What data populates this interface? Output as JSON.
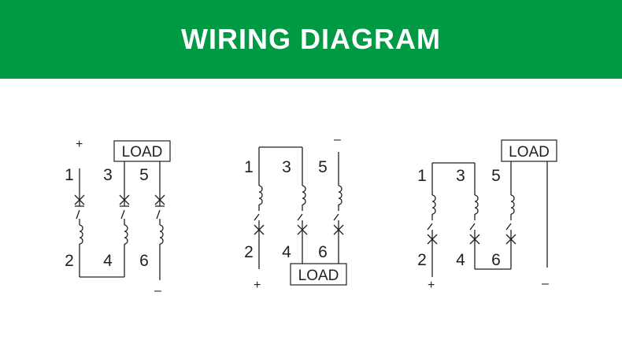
{
  "header": {
    "title": "WIRING DIAGRAM",
    "background_color": "#009a44",
    "text_color": "#ffffff"
  },
  "diagrams": [
    {
      "terminals": [
        "1",
        "3",
        "5",
        "2",
        "4",
        "6"
      ],
      "load_label": "LOAD",
      "plus": "+",
      "minus": "–"
    },
    {
      "terminals": [
        "1",
        "3",
        "5",
        "2",
        "4",
        "6"
      ],
      "load_label": "LOAD",
      "plus": "+",
      "minus": "–"
    },
    {
      "terminals": [
        "1",
        "3",
        "5",
        "2",
        "4",
        "6"
      ],
      "load_label": "LOAD",
      "plus": "+",
      "minus": "–"
    }
  ]
}
